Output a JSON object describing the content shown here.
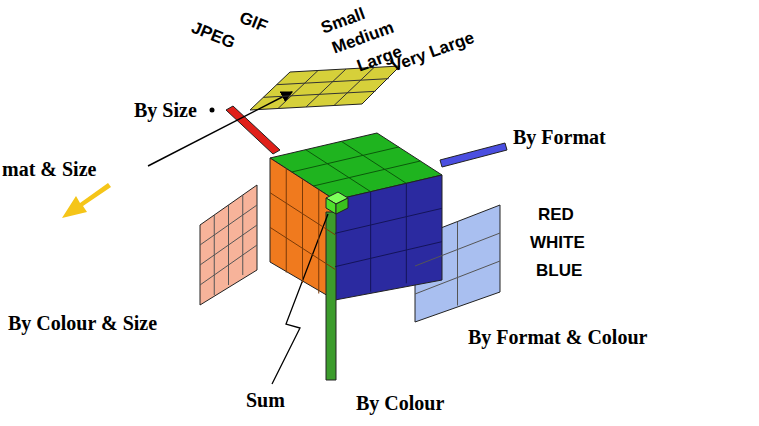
{
  "diagram": {
    "labels": [
      "JPEG",
      "GIF",
      "Small",
      "Medium",
      "Large",
      "Very Large",
      "By Size",
      "mat & Size",
      "By Format",
      "RED",
      "WHITE",
      "BLUE",
      "By Colour & Size",
      "By Format & Colour",
      "Sum",
      "By Colour"
    ]
  }
}
